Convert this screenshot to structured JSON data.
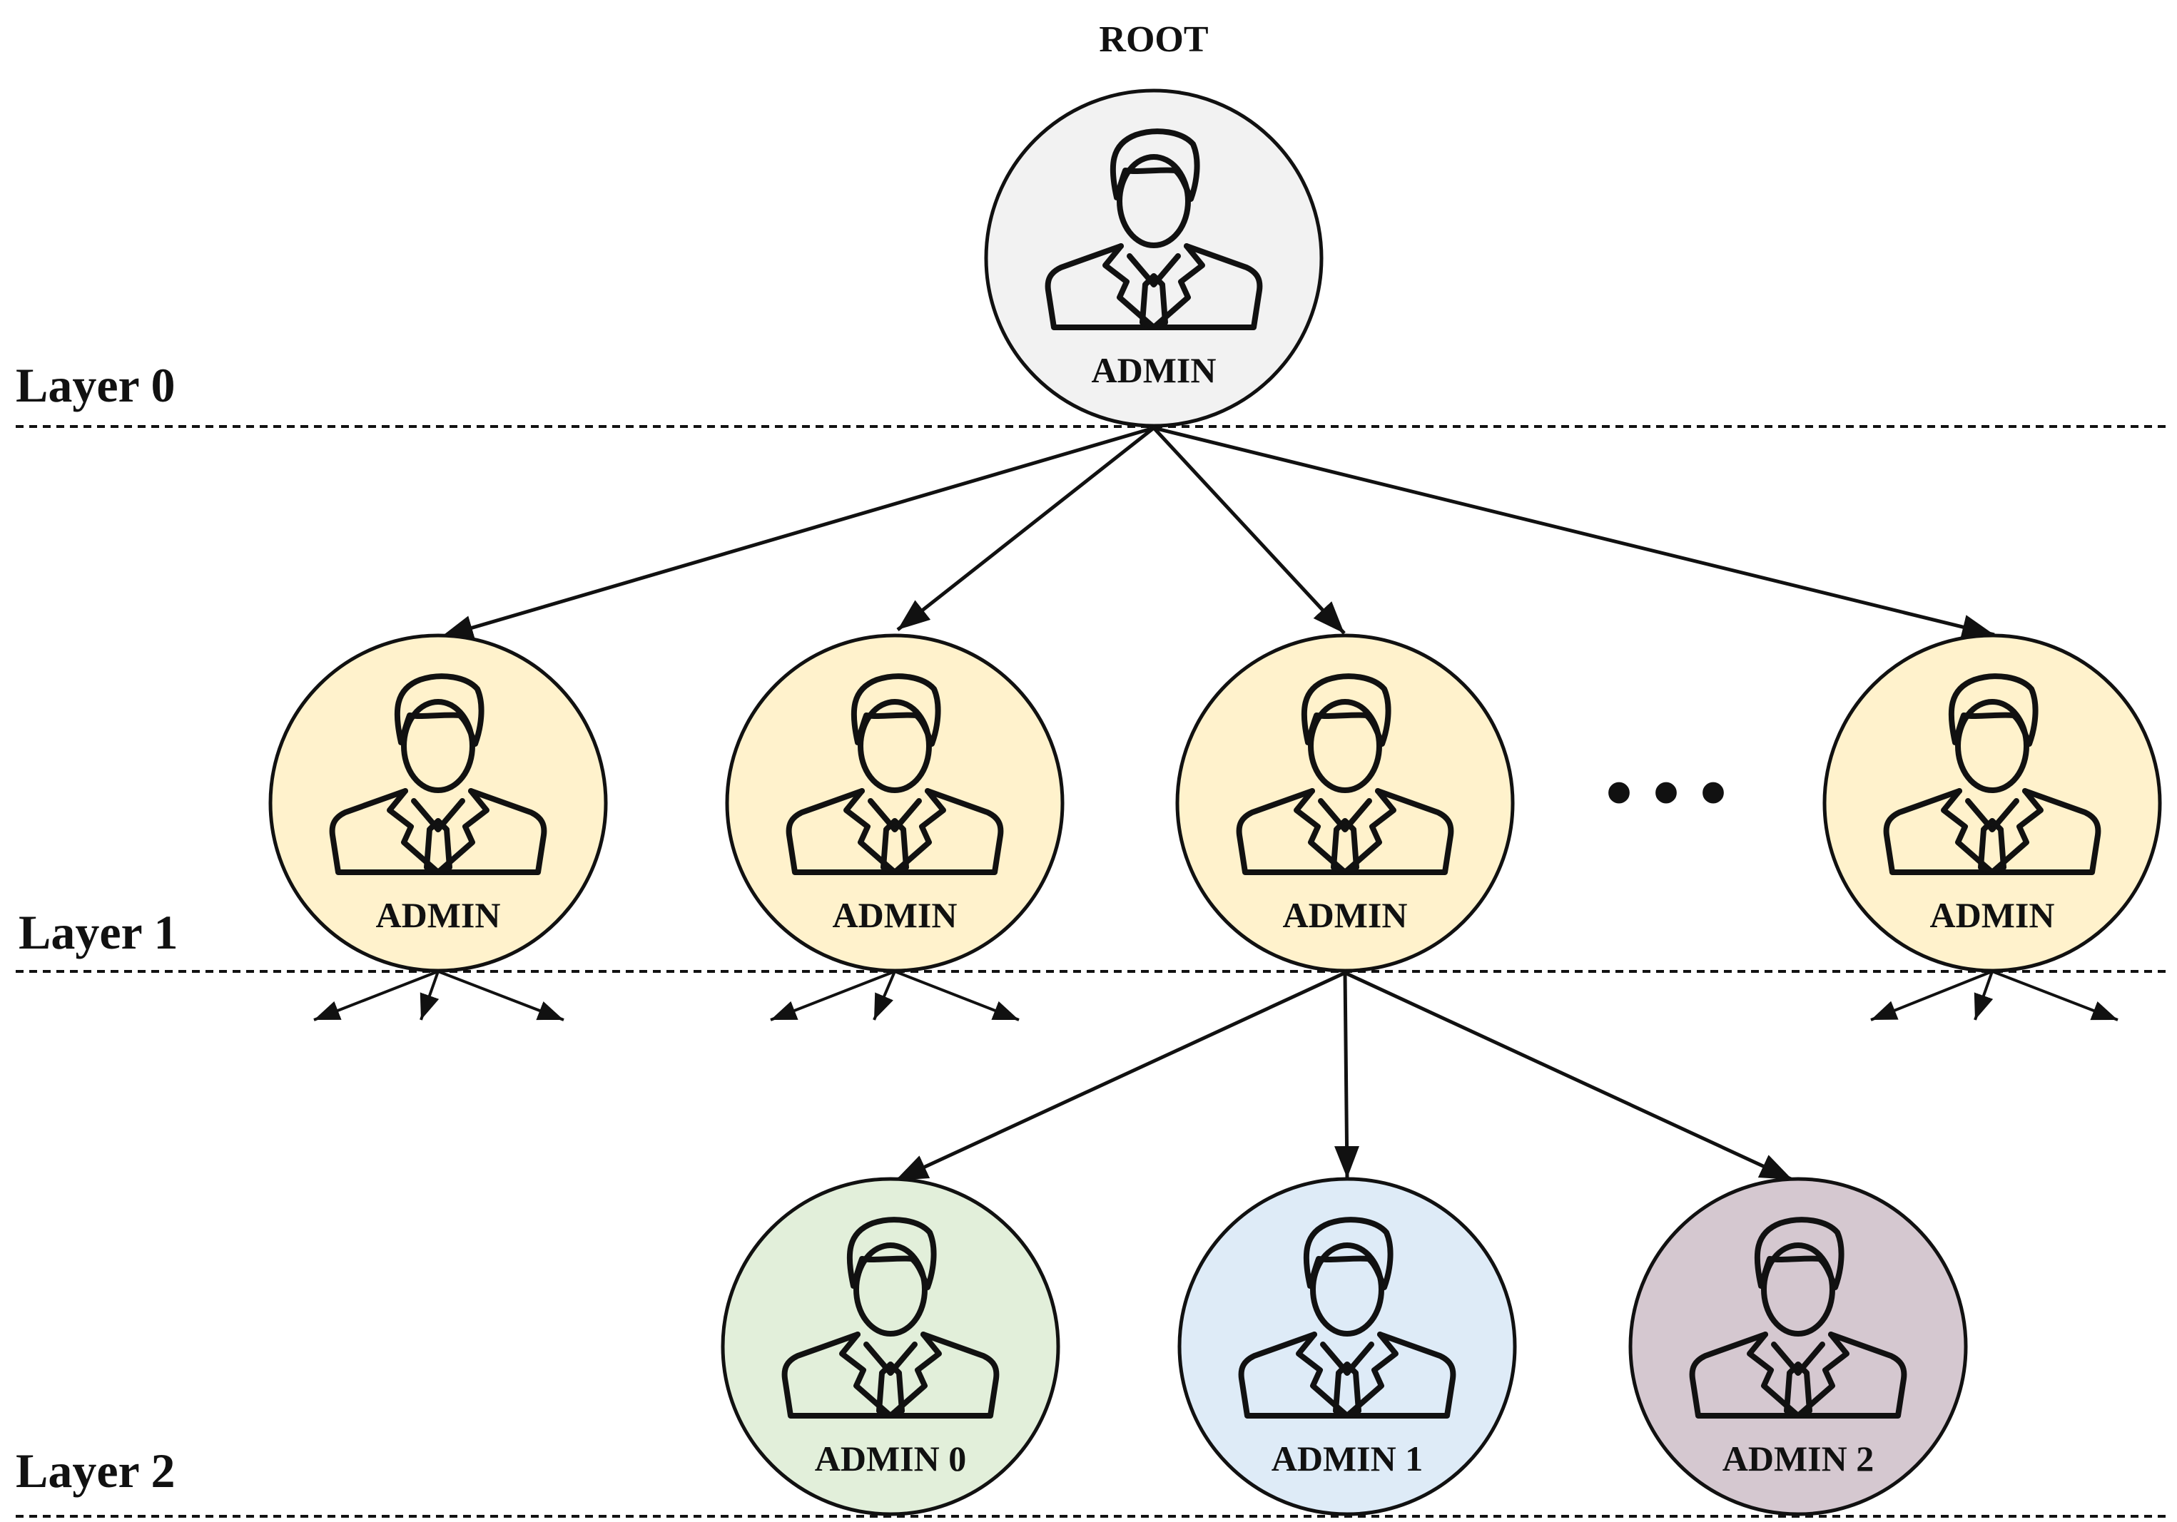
{
  "root": {
    "title": "ROOT",
    "label": "ADMIN",
    "fill": "#f2f2f2"
  },
  "layers": [
    {
      "label": "Layer 0"
    },
    {
      "label": "Layer 1"
    },
    {
      "label": "Layer 2"
    }
  ],
  "layer1": {
    "nodes": [
      {
        "label": "ADMIN",
        "fill": "#fff2cc"
      },
      {
        "label": "ADMIN",
        "fill": "#fff2cc"
      },
      {
        "label": "ADMIN",
        "fill": "#fff2cc"
      },
      {
        "label": "ADMIN",
        "fill": "#fff2cc"
      }
    ],
    "ellipsis": "• • •"
  },
  "layer2": {
    "nodes": [
      {
        "label": "ADMIN 0",
        "fill": "#e2efda"
      },
      {
        "label": "ADMIN 1",
        "fill": "#deebf7"
      },
      {
        "label": "ADMIN 2",
        "fill": "#d5c8d0"
      }
    ]
  },
  "icons": {
    "admin": "admin-person-icon"
  }
}
